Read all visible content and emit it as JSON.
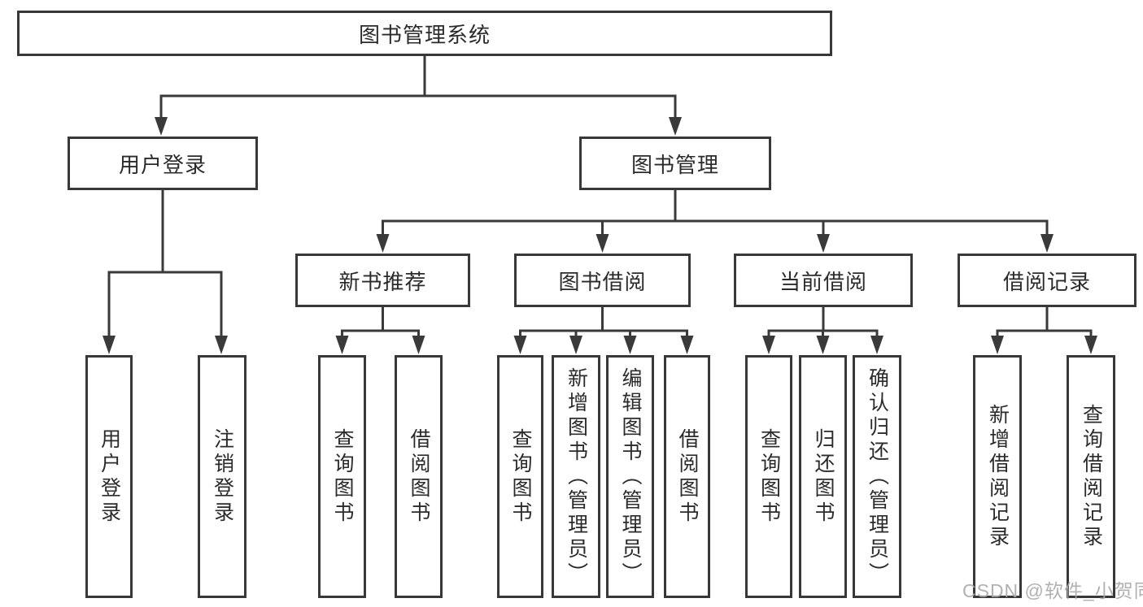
{
  "diagram": {
    "title": "图书管理系统",
    "level1": [
      {
        "label": "用户登录"
      },
      {
        "label": "图书管理"
      }
    ],
    "level2": [
      {
        "label": "新书推荐"
      },
      {
        "label": "图书借阅"
      },
      {
        "label": "当前借阅"
      },
      {
        "label": "借阅记录"
      }
    ],
    "leaves": {
      "user_login": [
        {
          "label": "用户登录"
        },
        {
          "label": "注销登录"
        }
      ],
      "new_book": [
        {
          "label": "查询图书"
        },
        {
          "label": "借阅图书"
        }
      ],
      "borrow": [
        {
          "label": "查询图书"
        },
        {
          "label": "新增图书（管理员）"
        },
        {
          "label": "编辑图书（管理员）"
        },
        {
          "label": "借阅图书"
        }
      ],
      "current": [
        {
          "label": "查询图书"
        },
        {
          "label": "归还图书"
        },
        {
          "label": "确认归还（管理员）"
        }
      ],
      "records": [
        {
          "label": "新增借阅记录"
        },
        {
          "label": "查询借阅记录"
        }
      ]
    }
  },
  "watermark": {
    "text": "CSDN @软件_小贺同学"
  },
  "colors": {
    "line": "#3a3a3a",
    "text": "#2b2b2b",
    "watermark": "#a8a8a8",
    "background": "#ffffff"
  }
}
